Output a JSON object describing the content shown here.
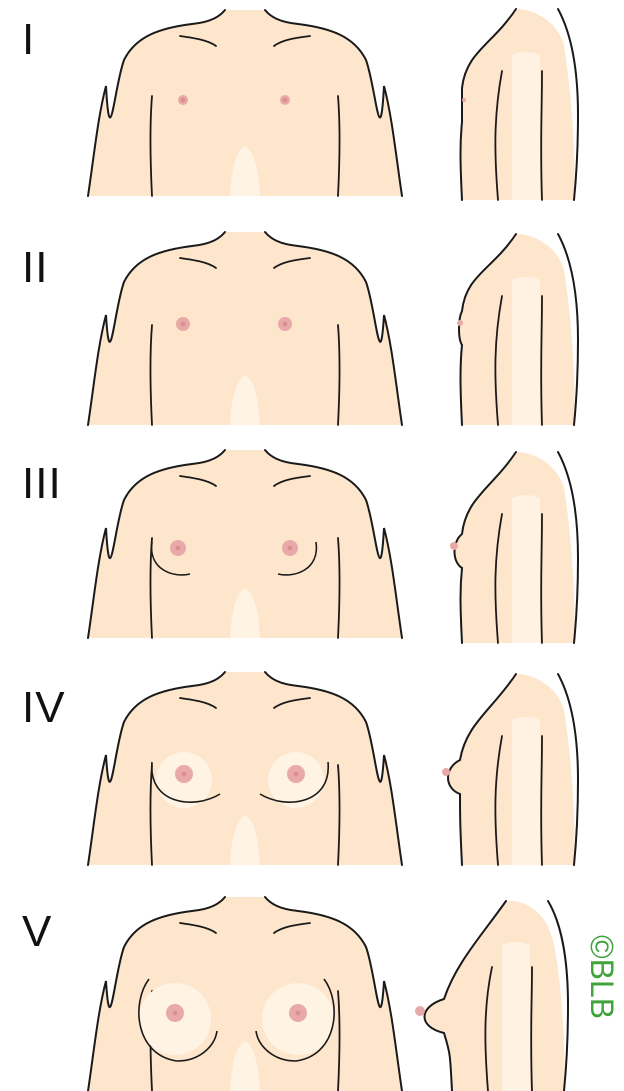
{
  "stages": [
    {
      "id": "stage-1",
      "label": "I",
      "breast_level": 0
    },
    {
      "id": "stage-2",
      "label": "II",
      "breast_level": 1
    },
    {
      "id": "stage-3",
      "label": "III",
      "breast_level": 2
    },
    {
      "id": "stage-4",
      "label": "IV",
      "breast_level": 3
    },
    {
      "id": "stage-5",
      "label": "V",
      "breast_level": 4
    }
  ],
  "colors": {
    "skin": "#fde6cc",
    "skin_highlight": "#fff3e4",
    "outline": "#1a1a1a",
    "areola": "#e8a9a8",
    "nipple": "#d98f8f",
    "watermark": "#41a33c"
  },
  "watermark": "©BLB"
}
